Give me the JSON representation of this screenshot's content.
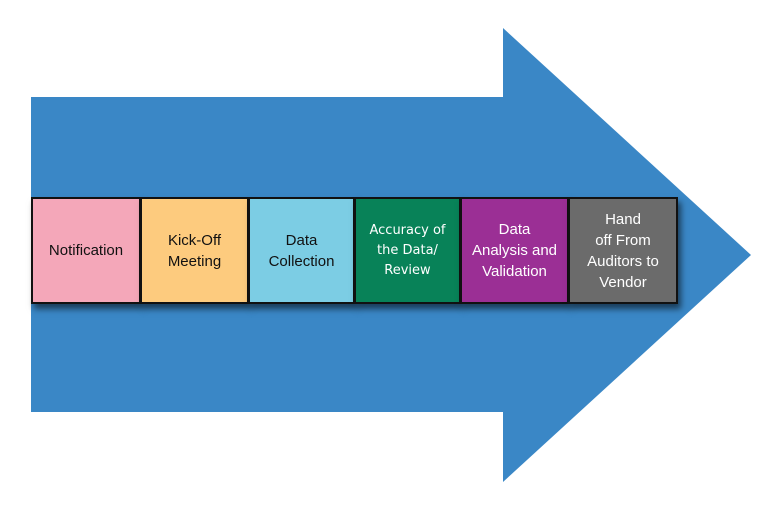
{
  "diagram": {
    "arrow_color": "#3a87c6",
    "steps": [
      {
        "label": "Notification",
        "color": "#f4a7b9",
        "text_color": "#111111"
      },
      {
        "label": "Kick-Off\nMeeting",
        "color": "#fdcb7e",
        "text_color": "#111111"
      },
      {
        "label": "Data\nCollection",
        "color": "#7ccde4",
        "text_color": "#111111"
      },
      {
        "label": "Accuracy of\nthe Data/\nReview",
        "color": "#088258",
        "text_color": "#ffffff"
      },
      {
        "label": "Data\nAnalysis and\nValidation",
        "color": "#9b2f95",
        "text_color": "#ffffff"
      },
      {
        "label": "Hand\noff From\nAuditors to\nVendor",
        "color": "#6b6b6b",
        "text_color": "#ffffff"
      }
    ]
  }
}
